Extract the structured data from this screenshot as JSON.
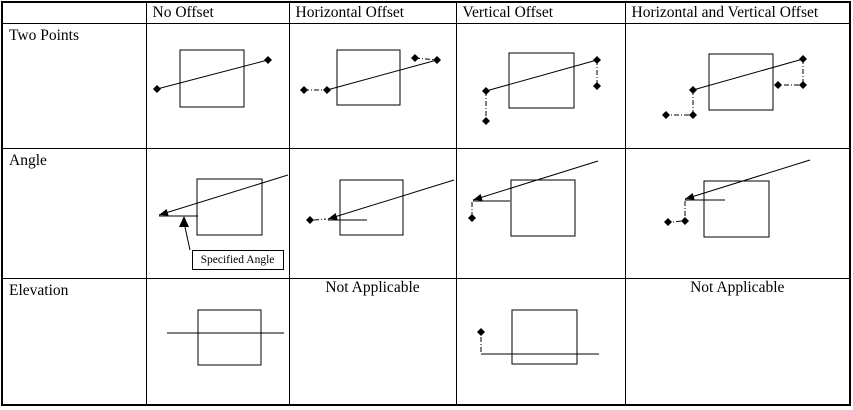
{
  "table": {
    "columns": [
      "",
      "No Offset",
      "Horizontal Offset",
      "Vertical Offset",
      "Horizontal and Vertical Offset"
    ],
    "rows": [
      "Two Points",
      "Angle",
      "Elevation"
    ],
    "labels": {
      "specified_angle": "Specified Angle",
      "not_applicable": "Not Applicable"
    },
    "colors": {
      "ink": "#000000",
      "background": "#ffffff"
    }
  }
}
